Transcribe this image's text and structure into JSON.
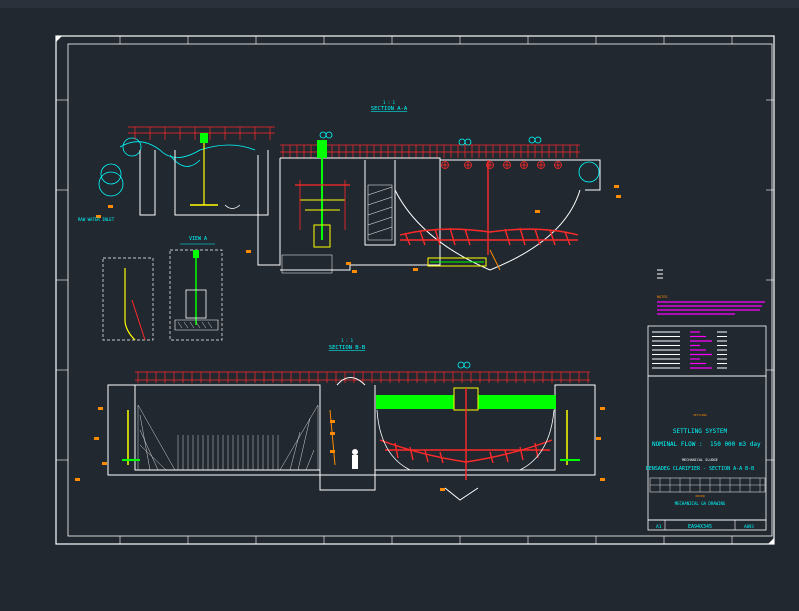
{
  "colors": {
    "background": "#212830",
    "frame": "#ffffff",
    "red": "#ff2a2a",
    "green": "#00ff00",
    "yellow": "#ffff00",
    "cyan": "#00ffff",
    "orange": "#ff8c00",
    "magenta": "#ff00ff"
  },
  "sheet": {
    "section_aa_title": "SECTION A-A",
    "section_aa_number": "1 : 1",
    "section_bb_title": "SECTION B-B",
    "section_bb_number": "1 : 1",
    "view_a_title": "VIEW A",
    "raw_water_inlet": "RAW WATER INLET",
    "notes_heading": "NOTES"
  },
  "title_block": {
    "system_name": "SETTLING SYSTEM",
    "flow_label": "NOMINAL FLOW :",
    "flow_value": "150 000 m3 day",
    "subtitle_small": "MECHANICAL SLUDGE",
    "clarifier_title": "DENSADEG CLARIFIER - SECTION A-A B-B",
    "drawing_type": "MECHANICAL GA DRAWING",
    "sheet_size": "A1",
    "drawing_number": "EA94X345",
    "revision": "A093"
  }
}
